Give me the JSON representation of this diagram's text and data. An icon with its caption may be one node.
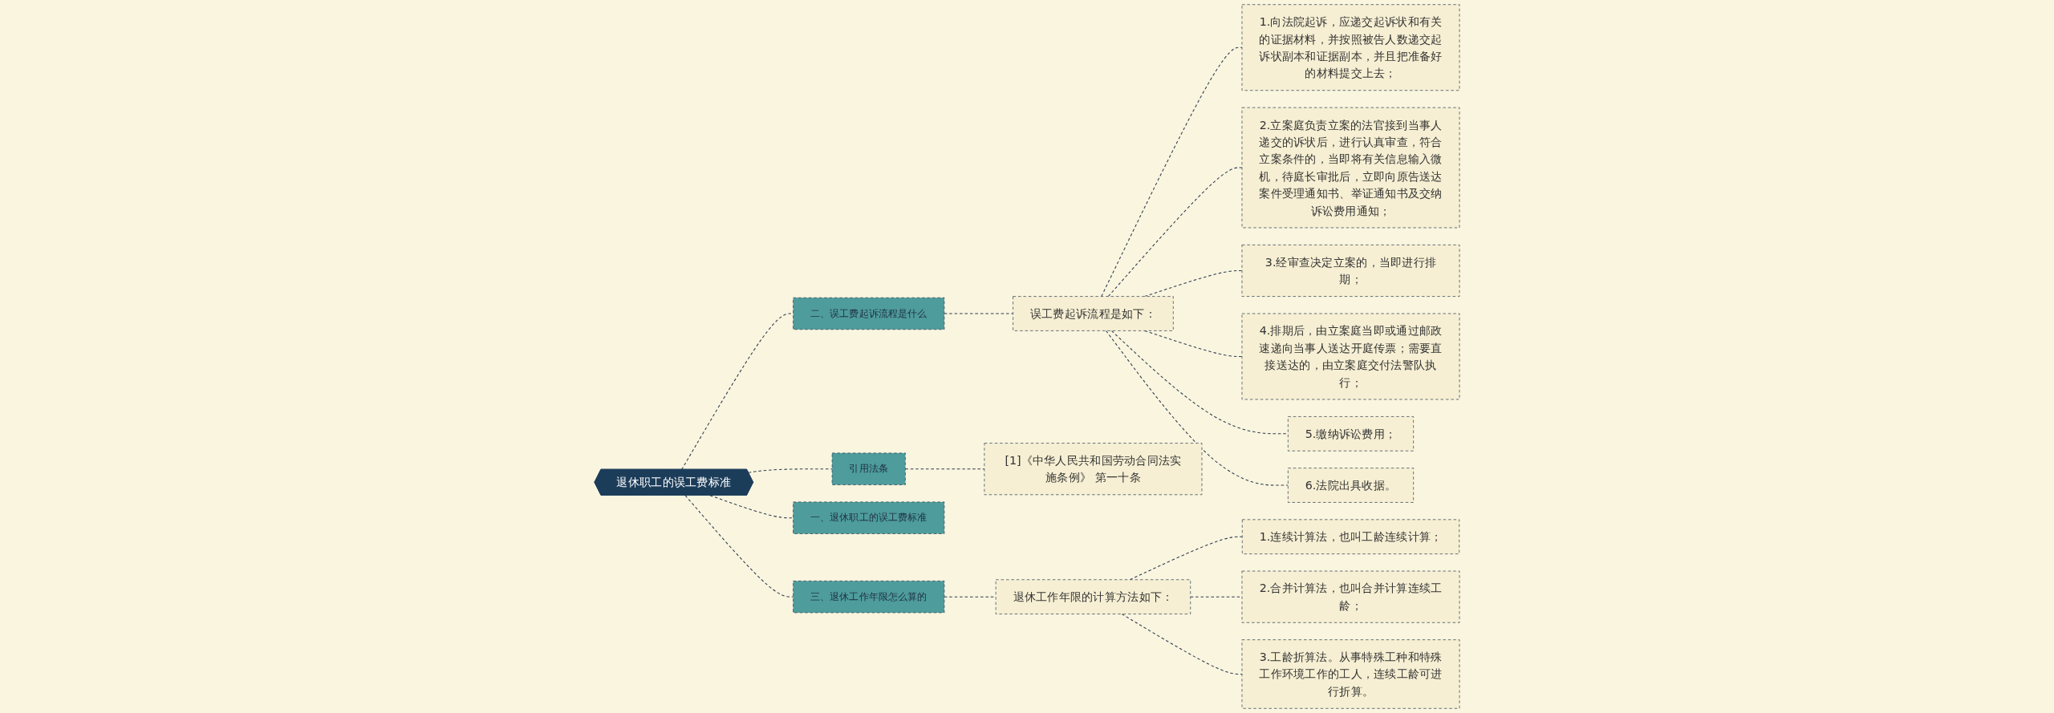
{
  "diagram": {
    "nodes": [
      {
        "text": [
          "退休职工的误工费标准"
        ]
      },
      {
        "text": [
          "二、误工费起诉流程是什么"
        ]
      },
      {
        "text": [
          "误工费起诉流程是如下："
        ]
      },
      {
        "text": [
          "1.向法院起诉，应递交起诉状和有关的证据材料，并按照被告人数递交起诉状副本和证据副本，并且把准备好的材料提交上去；"
        ]
      },
      {
        "text": [
          "2.立案庭负责立案的法官接到当事人递交的诉状后，进行认真审查，符合立案条件的，当即将有关信息输入微机，待庭长审批后，立即向原告送达案件受理通知书、举证通知书及交纳诉讼费用通知；"
        ]
      },
      {
        "text": [
          "3.经审查决定立案的，当即进行排期；"
        ]
      },
      {
        "text": [
          "4.排期后，由立案庭当即或通过邮政速递向当事人送达开庭传票；需要直接送达的，由立案庭交付法警队执行；"
        ]
      },
      {
        "text": [
          "5.缴纳诉讼费用；"
        ]
      },
      {
        "text": [
          "6.法院出具收据。"
        ]
      },
      {
        "text": [
          "引用法条"
        ]
      },
      {
        "text": [
          "[1]《中华人民共和国劳动合同法实施条例》 第一十条"
        ]
      },
      {
        "text": [
          "一、退休职工的误工费标准"
        ]
      },
      {
        "text": [
          "三、退休工作年限怎么算的"
        ]
      },
      {
        "text": [
          "退休工作年限的计算方法如下："
        ]
      },
      {
        "text": [
          "1.连续计算法，也叫工龄连续计算；"
        ]
      },
      {
        "text": [
          "2.合并计算法，也叫合并计算连续工龄；"
        ]
      },
      {
        "text": [
          "3.工龄折算法。从事特殊工种和特殊工作环境工作的工人，连续工龄可进行折算。"
        ]
      }
    ],
    "edges": [
      {
        "from": 0,
        "to": 1,
        "arrow": "none"
      },
      {
        "from": 1,
        "to": 2,
        "arrow": "none"
      },
      {
        "from": 2,
        "to": 3,
        "arrow": "none"
      },
      {
        "from": 2,
        "to": 4,
        "arrow": "none"
      },
      {
        "from": 2,
        "to": 5,
        "arrow": "none"
      },
      {
        "from": 2,
        "to": 6,
        "arrow": "none"
      },
      {
        "from": 2,
        "to": 7,
        "arrow": "none"
      },
      {
        "from": 2,
        "to": 8,
        "arrow": "none"
      },
      {
        "from": 0,
        "to": 9,
        "arrow": "none"
      },
      {
        "from": 9,
        "to": 10,
        "arrow": "none"
      },
      {
        "from": 0,
        "to": 11,
        "arrow": "none"
      },
      {
        "from": 0,
        "to": 12,
        "arrow": "none"
      },
      {
        "from": 12,
        "to": 13,
        "arrow": "none"
      },
      {
        "from": 13,
        "to": 14,
        "arrow": "none"
      },
      {
        "from": 13,
        "to": 15,
        "arrow": "none"
      },
      {
        "from": 13,
        "to": 16,
        "arrow": "none"
      }
    ]
  }
}
